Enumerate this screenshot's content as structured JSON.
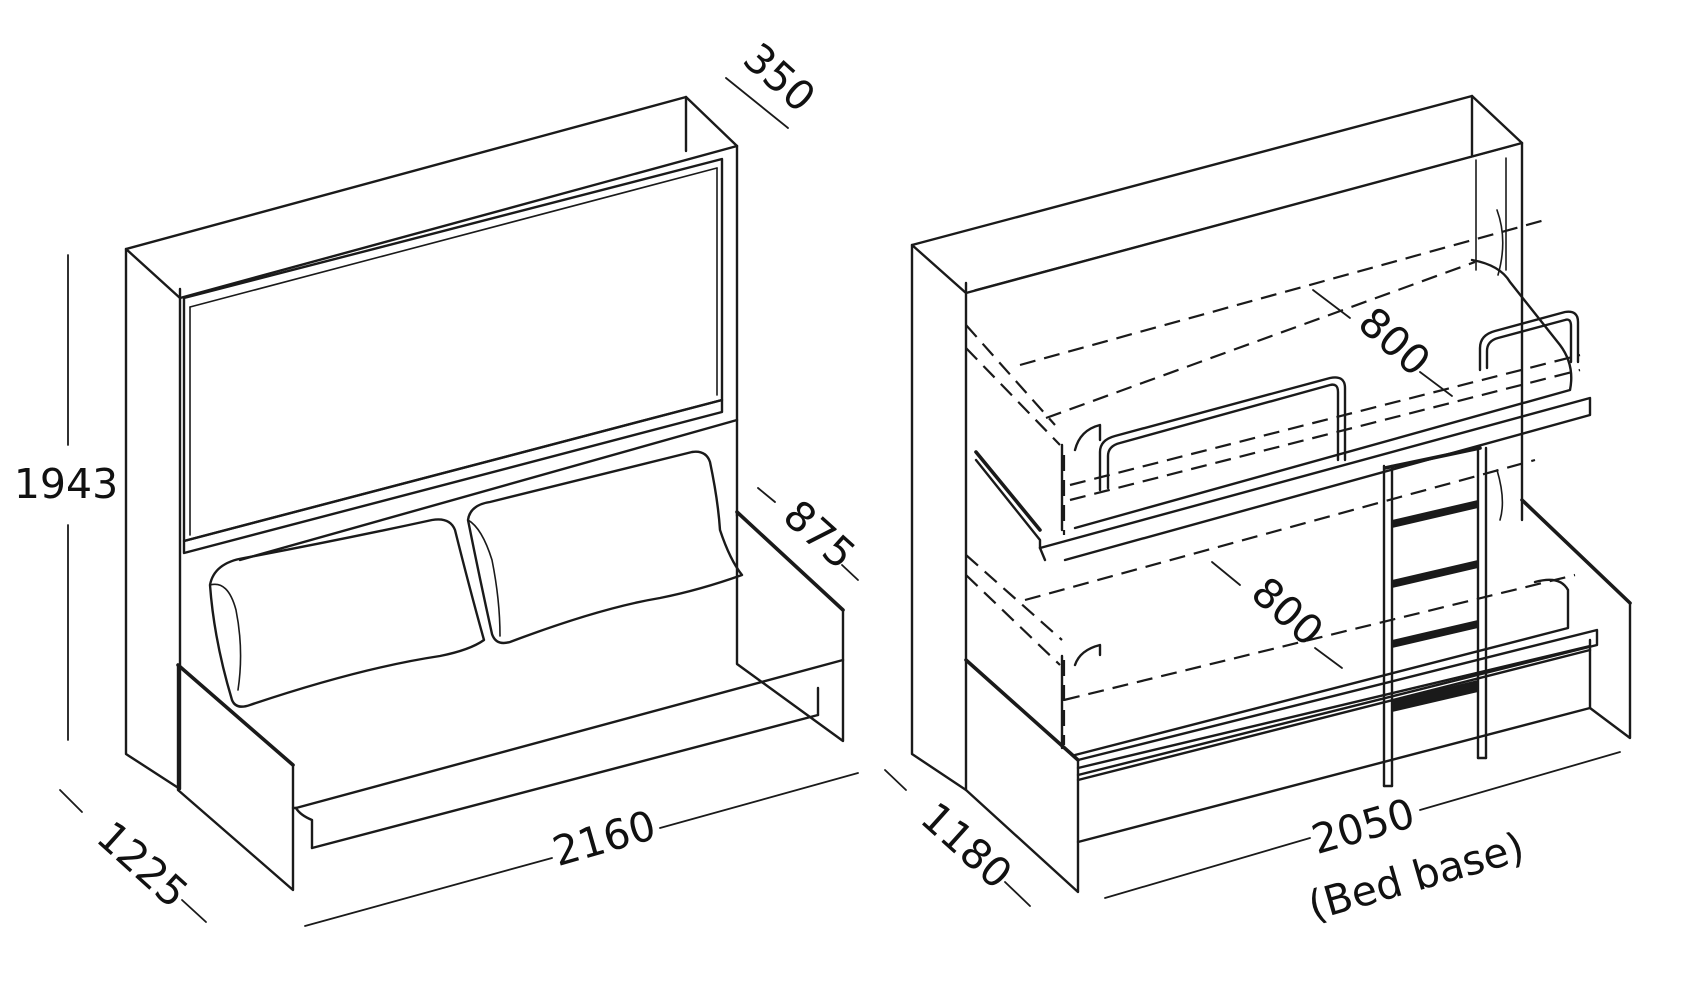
{
  "sofa_bed": {
    "height": "1943",
    "depth_top": "350",
    "depth_open": "1225",
    "width": "2160",
    "sofa_depth": "875"
  },
  "bunk_bed": {
    "depth_open": "1180",
    "upper_bed_width": "800",
    "lower_bed_width": "800",
    "bed_base_length": "2050",
    "bed_base_note": "(Bed base)"
  }
}
